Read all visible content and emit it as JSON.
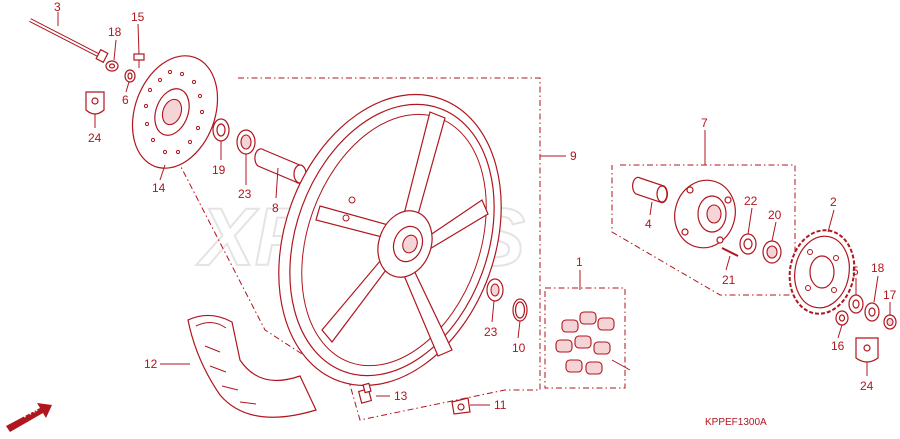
{
  "diagram": {
    "watermark": "XPARTS",
    "diagram_code": "KPPEF1300A",
    "front_indicator": "FR.",
    "part_numbers": [
      "1",
      "2",
      "3",
      "4",
      "5",
      "6",
      "7",
      "8",
      "9",
      "10",
      "11",
      "12",
      "13",
      "14",
      "15",
      "16",
      "17",
      "18",
      "18",
      "19",
      "20",
      "21",
      "22",
      "23",
      "23",
      "24",
      "24"
    ],
    "colors": {
      "line": "#b0161e",
      "fill_light": "#f4d4d6",
      "watermark": "#e4e4e4",
      "background": "#ffffff"
    }
  }
}
